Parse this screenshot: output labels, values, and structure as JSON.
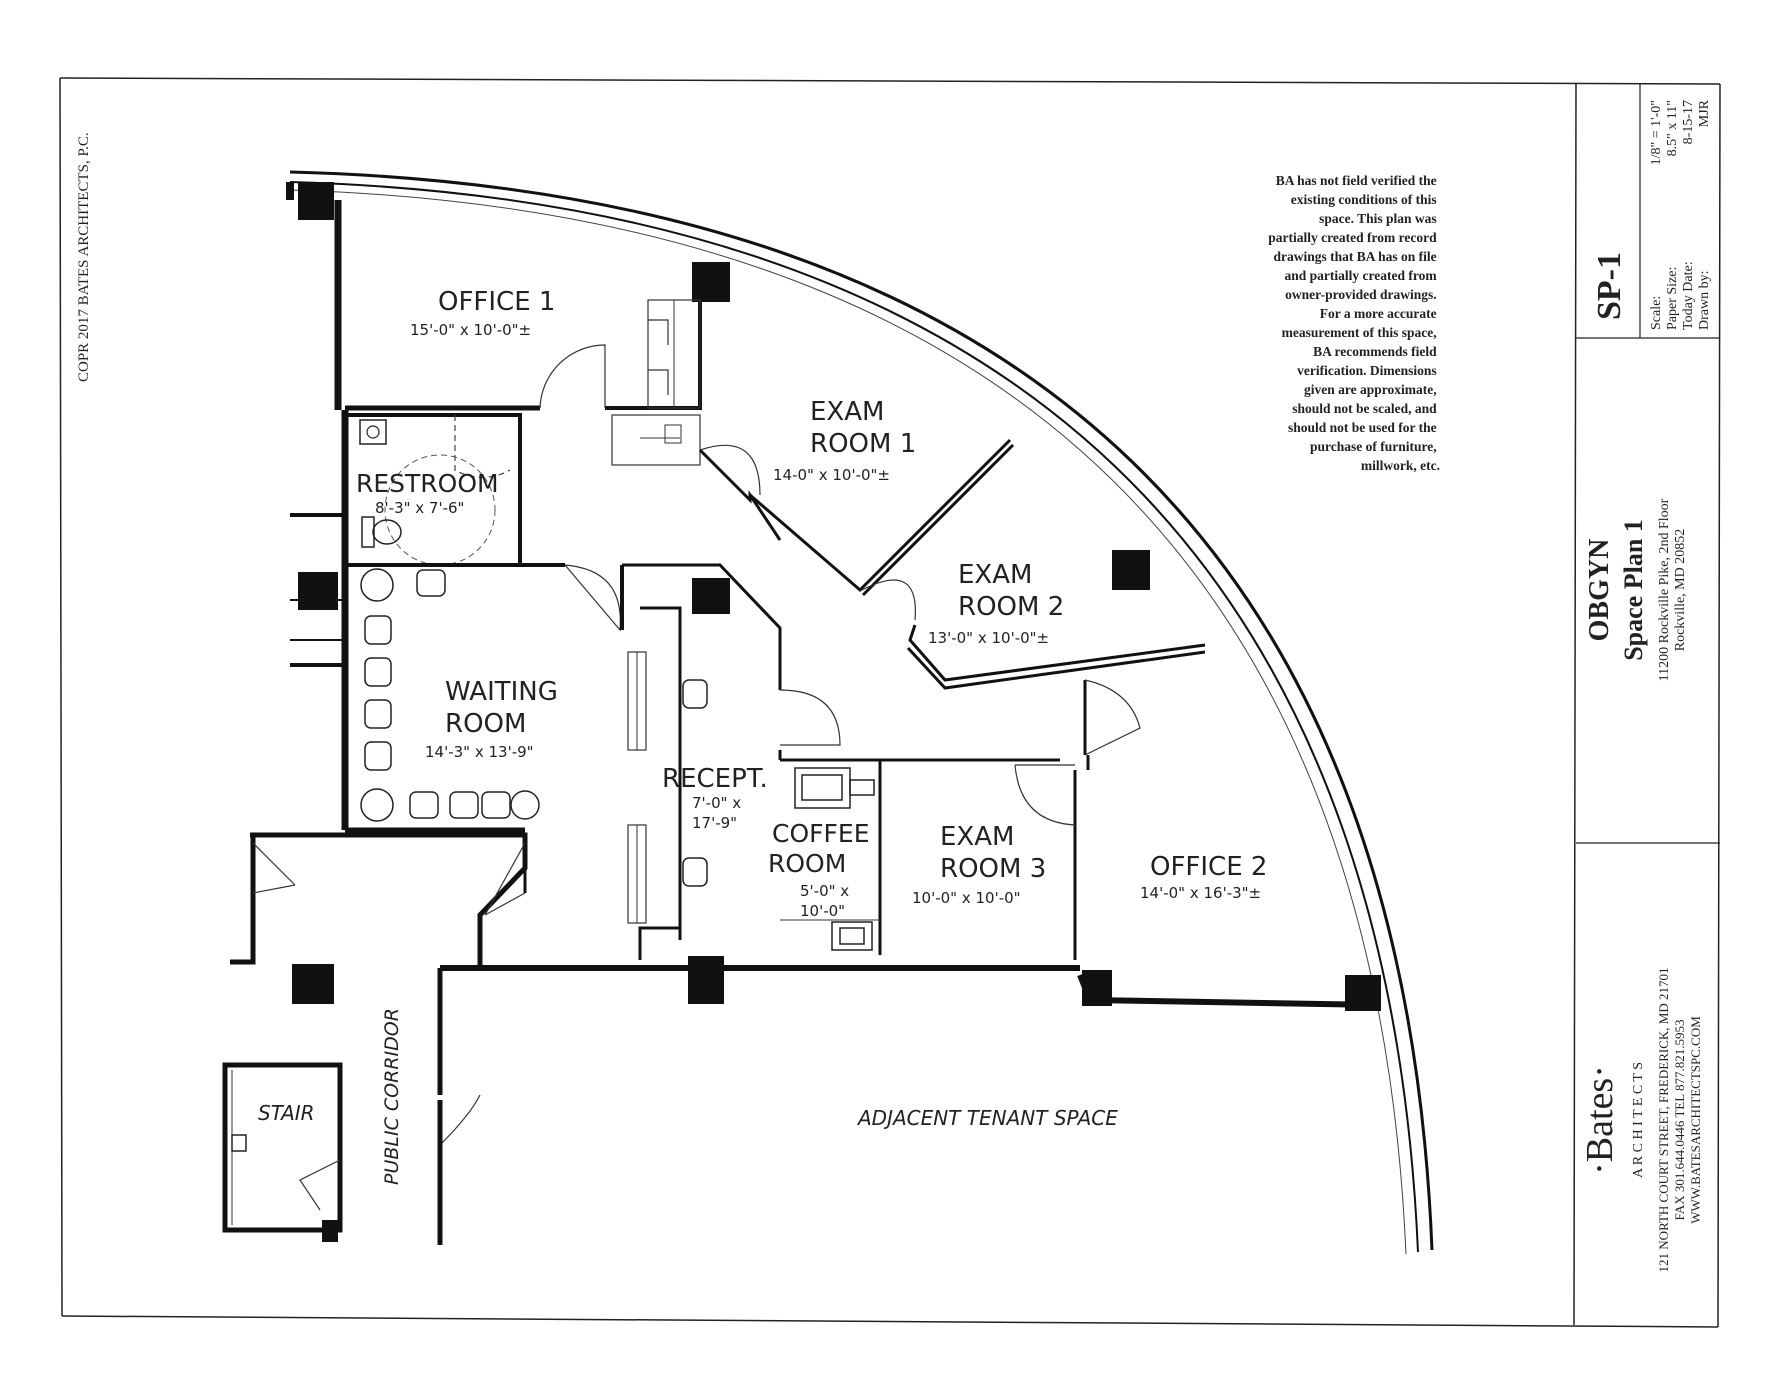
{
  "copyright": "COPR 2017 BATES ARCHITECTS, P.C.",
  "disclaimer": [
    "BA has not field verified the",
    "existing conditions of this",
    "space.  This plan was",
    "partially created from record",
    "drawings that BA has on file",
    "and partially created from",
    "owner-provided drawings.",
    "For a more accurate",
    "measurement of this space,",
    "BA recommends field",
    "verification.  Dimensions",
    "given are approximate,",
    "should not be scaled, and",
    "should not be used for the",
    "purchase of furniture,",
    "millwork, etc."
  ],
  "rooms": {
    "office1": {
      "name": "OFFICE  1",
      "dims": "15'-0\" x 10'-0\"±"
    },
    "exam1": {
      "name1": "EXAM",
      "name2": "ROOM  1",
      "dims": "14-0\" x 10'-0\"±"
    },
    "exam2": {
      "name1": "EXAM",
      "name2": "ROOM  2",
      "dims": "13'-0\" x 10'-0\"±"
    },
    "restroom": {
      "name": "RESTROOM",
      "dims": "8'-3\" x 7'-6\""
    },
    "waiting": {
      "name1": "WAITING",
      "name2": "ROOM",
      "dims": "14'-3\" x 13'-9\""
    },
    "recept": {
      "name": "RECEPT.",
      "dims1": "7'-0\" x",
      "dims2": "17'-9\""
    },
    "coffee": {
      "name1": "COFFEE",
      "name2": "ROOM",
      "dims1": "5'-0\" x",
      "dims2": "10'-0\""
    },
    "exam3": {
      "name1": "EXAM",
      "name2": "ROOM  3",
      "dims": "10'-0\" x 10'-0\""
    },
    "office2": {
      "name": "OFFICE  2",
      "dims": "14'-0\" x 16'-3\"±"
    }
  },
  "labels": {
    "stair": "STAIR",
    "corridor": "PUBLIC CORRIDOR",
    "adjacent": "ADJACENT TENANT SPACE"
  },
  "title_block": {
    "sheet": "SP-1",
    "scale_label": "Scale:",
    "scale_value": "1/8\" = 1'-0\"",
    "paper_label": "Paper Size:",
    "paper_value": "8.5\" x 11\"",
    "date_label": "Today Date:",
    "date_value": "8-15-17",
    "drawn_label": "Drawn by:",
    "drawn_value": "MJR",
    "project": "OBGYN",
    "plan": "Space Plan 1",
    "address1": "11200 Rockville Pike, 2nd Floor",
    "address2": "Rockville, MD 20852",
    "firm": "·Bates·",
    "firm_sub": "A R C H I T E C T S",
    "firm_addr": "121 NORTH COURT STREET, FREDERICK, MD 21701",
    "firm_phone": "FAX 301.644.0446   TEL 877.821.5953",
    "firm_web": "WWW.BATESARCHITECTSPC.COM"
  }
}
